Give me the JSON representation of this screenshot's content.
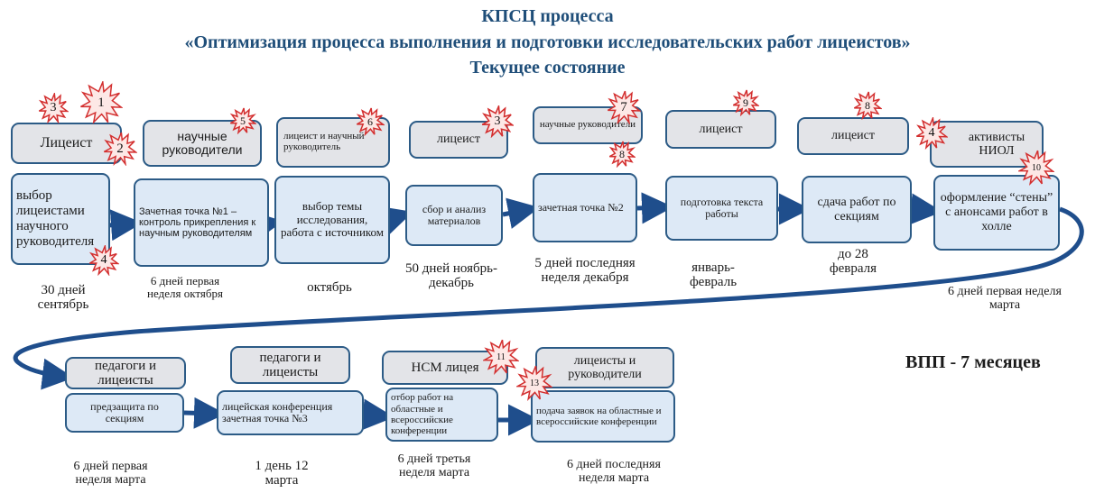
{
  "header": {
    "line1": "КПСЦ процесса",
    "line2": "«Оптимизация процесса выполнения и подготовки исследовательских работ лицеистов»",
    "line3": "Текущее состояние"
  },
  "actors": {
    "a1": "Лицеист",
    "a2": "научные руководители",
    "a3": "лицеист и научный руководитель",
    "a4": "лицеист",
    "a5": "научные руководители",
    "a6": "лицеист",
    "a7": "лицеист",
    "a8": "активисты НИОЛ",
    "b1": "педагоги и лицеисты",
    "b2": "педагоги и лицеисты",
    "b3": "НСМ лицея",
    "b4": "лицеисты и руководители"
  },
  "steps": {
    "s1": "выбор лицеистами научного руководителя",
    "s2": "Зачетная точка №1 – контроль прикрепления к научным руководителям",
    "s3": "выбор темы исследования, работа с источником",
    "s4": "сбор и анализ материалов",
    "s5": "зачетная точка №2",
    "s6": "подготовка текста работы",
    "s7": "сдача работ по секциям",
    "s8": "оформление “стены” с анонсами работ в холле",
    "r1": "предзащита по секциям",
    "r2": "лицейская конференция зачетная точка №3",
    "r3": "отбор работ на областные и всероссийские конференции",
    "r4": "подача заявок на областные и всероссийские конференции"
  },
  "times": {
    "t1": "30 дней сентябрь",
    "t2": "6 дней первая неделя октября",
    "t3": "октябрь",
    "t4": "50 дней ноябрь-декабрь",
    "t5": "5 дней последняя неделя декабря",
    "t6": "январь-февраль",
    "t7": "до 28 февраля",
    "t8": "6 дней первая неделя марта",
    "u1": "6 дней первая неделя марта",
    "u2": "1 день 12 марта",
    "u3": "6 дней третья неделя марта",
    "u4": "6 дней последняя неделя марта"
  },
  "lead_time": "ВПП - 7 месяцев",
  "bursts": [
    "1",
    "2",
    "3",
    "4",
    "3",
    "5",
    "6",
    "3",
    "7",
    "8",
    "9",
    "8",
    "4",
    "10",
    "11",
    "13"
  ],
  "colors": {
    "title": "#1f4e79",
    "box_border": "#2c5b86",
    "actor_fill": "#e3e4e8",
    "step_fill": "#dde9f6",
    "arrow": "#1f4e8c",
    "burst": "#d32f2f",
    "burst_fill": "#fde8e6"
  }
}
